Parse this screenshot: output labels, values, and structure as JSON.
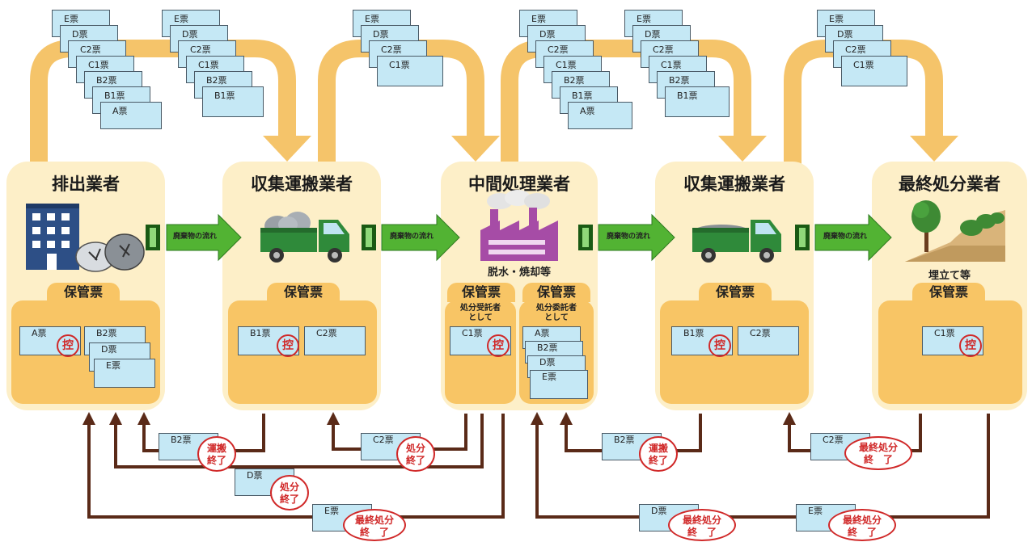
{
  "actors": {
    "a1": "排出業者",
    "a2": "収集運搬業者",
    "a3": "中間処理業者",
    "a4": "収集運搬業者",
    "a5": "最終処分業者"
  },
  "captions": {
    "a3": "脱水・焼却等",
    "a5": "埋立て等"
  },
  "storage": {
    "label": "保管票",
    "sub_a3_left": "処分受託者\nとして",
    "sub_a3_right": "処分委託者\nとして"
  },
  "flow_label": "廃棄物の流れ",
  "slips": {
    "A": "A票",
    "B1": "B1票",
    "B2": "B2票",
    "C1": "C1票",
    "C2": "C2票",
    "D": "D票",
    "E": "E票"
  },
  "stamps": {
    "hikae": "控",
    "unpan": "運搬\n終了",
    "shobun": "処分\n終了",
    "saishu": "最終処分\n終　了"
  },
  "colors": {
    "panel": "#fdefc8",
    "box": "#f8c565",
    "arrow_top": "#f5c46a",
    "flow_arrow": "#52b333",
    "return_arrow": "#5a2a18",
    "slip": "#c5e8f5",
    "stamp": "#d02828"
  }
}
